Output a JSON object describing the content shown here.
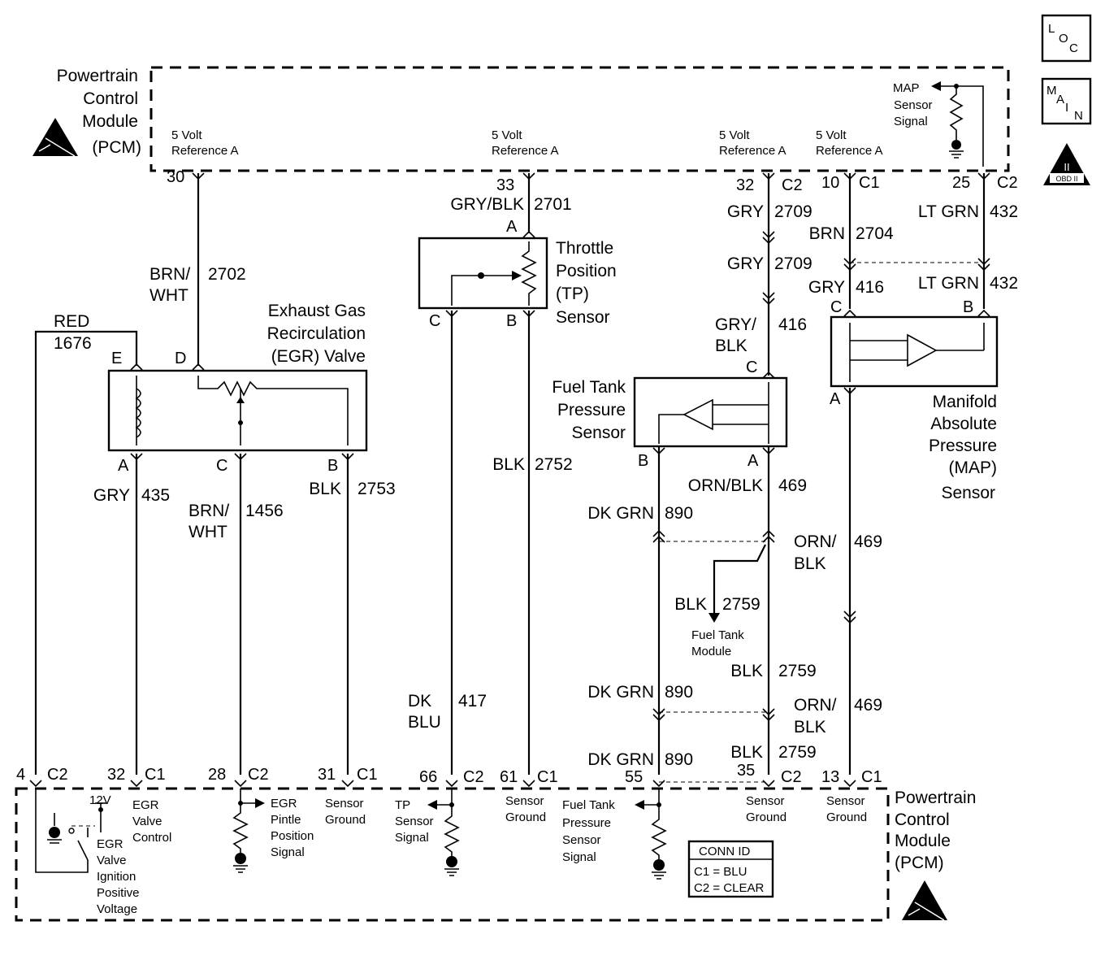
{
  "pcm_top": {
    "title": [
      "Powertrain",
      "Control",
      "Module",
      "(PCM)"
    ]
  },
  "pcm_bottom": {
    "title": [
      "Powertrain",
      "Control",
      "Module",
      "(PCM)"
    ]
  },
  "icons": {
    "loc": [
      "L",
      "O",
      "C"
    ],
    "main": [
      "M",
      "A",
      "I",
      "N"
    ],
    "obd": [
      "II",
      "OBD II"
    ]
  },
  "ref_labels": {
    "five_volt": "5 Volt",
    "reference": "Reference A"
  },
  "map_internal": [
    "MAP",
    "Sensor",
    "Signal"
  ],
  "top_pins": {
    "p30": "30",
    "p33": "33",
    "p32": "32",
    "p10": "10",
    "p25": "25",
    "c1": "C1",
    "c2": "C2"
  },
  "egr": {
    "title": [
      "Exhaust Gas",
      "Recirculation",
      "(EGR) Valve"
    ],
    "pins": {
      "e": "E",
      "d": "D",
      "a": "A",
      "c": "C",
      "b": "B"
    }
  },
  "tp": {
    "title": [
      "Throttle",
      "Position",
      "(TP)",
      "Sensor"
    ],
    "pins": {
      "a": "A",
      "c": "C",
      "b": "B"
    }
  },
  "ftp": {
    "title": [
      "Fuel Tank",
      "Pressure",
      "Sensor"
    ],
    "pins": {
      "c": "C",
      "b": "B",
      "a": "A"
    }
  },
  "map": {
    "title": [
      "Manifold",
      "Absolute",
      "Pressure",
      "(MAP)",
      "Sensor"
    ],
    "pins": {
      "c": "C",
      "b": "B",
      "a": "A"
    }
  },
  "wires": {
    "brn": "BRN",
    "brn_wht_1": "BRN/",
    "wht": "WHT",
    "c2702": "2702",
    "red": "RED",
    "c1676": "1676",
    "gry_blk": "GRY/BLK",
    "c2701": "2701",
    "gry": "GRY",
    "c2709": "2709",
    "c2704": "2704",
    "ltgrn": "LT GRN",
    "c432": "432",
    "c416": "416",
    "gry_blk_split": "GRY/",
    "blk": "BLK",
    "c435": "435",
    "c1456": "1456",
    "c2753": "2753",
    "c2752": "2752",
    "dkgrn": "DK GRN",
    "c890": "890",
    "orn_blk": "ORN/BLK",
    "c469": "469",
    "orn": "ORN/",
    "c2759": "2759",
    "ft_module": [
      "Fuel Tank",
      "Module"
    ],
    "dk": "DK",
    "blu": "BLU",
    "c417": "417"
  },
  "bottom_pins": {
    "p4": "4",
    "p32": "32",
    "p28": "28",
    "p31": "31",
    "p66": "66",
    "p61": "61",
    "p55": "55",
    "p35": "35",
    "p13": "13",
    "c1": "C1",
    "c2": "C2"
  },
  "pcm_internal": {
    "v12": "12V",
    "egr_valve_control": [
      "EGR",
      "Valve",
      "Control"
    ],
    "egr_valve_ign": [
      "EGR",
      "Valve",
      "Ignition",
      "Positive",
      "Voltage"
    ],
    "egr_pintle": [
      "EGR",
      "Pintle",
      "Position",
      "Signal"
    ],
    "sensor_ground": [
      "Sensor",
      "Ground"
    ],
    "tp_signal": [
      "TP",
      "Sensor",
      "Signal"
    ],
    "ftp_signal": [
      "Fuel Tank",
      "Pressure",
      "Sensor",
      "Signal"
    ]
  },
  "conn_id": {
    "title": "CONN ID",
    "c1": "C1 = BLU",
    "c2": "C2 = CLEAR"
  }
}
